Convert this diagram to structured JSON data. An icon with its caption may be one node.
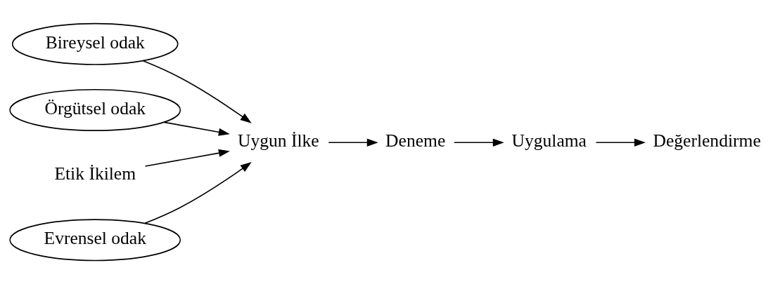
{
  "diagram": {
    "nodes": [
      {
        "text": [
          "Bireysel odak"
        ]
      },
      {
        "text": [
          "Örgütsel odak"
        ]
      },
      {
        "text": [
          "Etik İkilem"
        ]
      },
      {
        "text": [
          "Uygun İlke"
        ]
      },
      {
        "text": [
          "Deneme"
        ]
      },
      {
        "text": [
          "Uygulama"
        ]
      },
      {
        "text": [
          "Değerlendirme"
        ]
      },
      {
        "text": [
          "Evrensel odak"
        ]
      }
    ],
    "edges": [
      {
        "from": 0,
        "to": 3,
        "arrow": "to"
      },
      {
        "from": 1,
        "to": 3,
        "arrow": "to"
      },
      {
        "from": 2,
        "to": 3,
        "arrow": "to"
      },
      {
        "from": 3,
        "to": 4,
        "arrow": "to"
      },
      {
        "from": 4,
        "to": 5,
        "arrow": "to"
      },
      {
        "from": 5,
        "to": 6,
        "arrow": "to"
      },
      {
        "from": 7,
        "to": 3,
        "arrow": "to"
      }
    ]
  }
}
